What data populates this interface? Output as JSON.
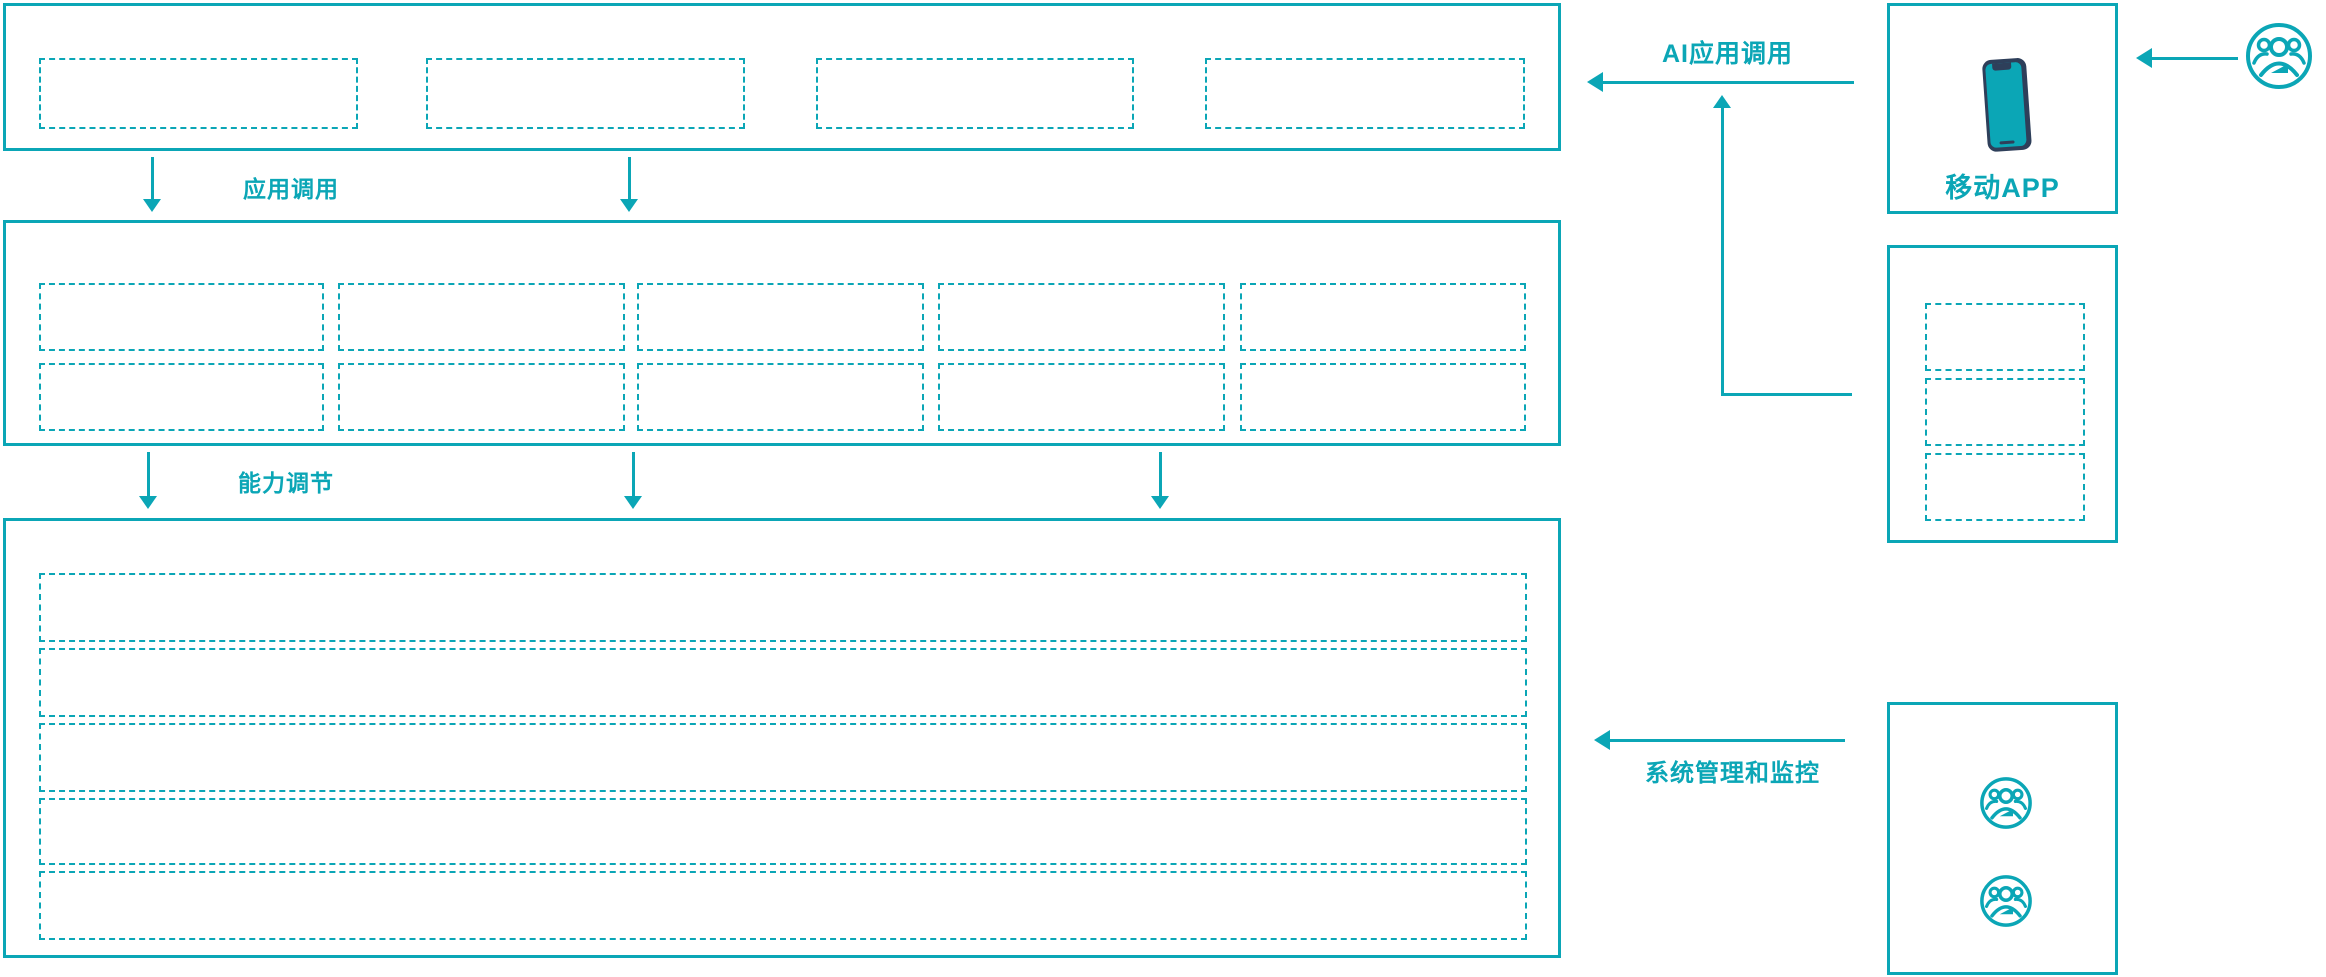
{
  "colors": {
    "teal": "#0ba6b6",
    "navy": "#2e3f5a"
  },
  "diagram": {
    "labels": {
      "app_call": "应用调用",
      "capability": "能力调节",
      "ai_app_call": "AI应用调用",
      "system_admin": "系统管理和监控",
      "mobile_app": "移动APP"
    },
    "icons": {
      "mobile": "smartphone-icon",
      "user": "user-group-icon"
    },
    "structure": {
      "top_layer_placeholders": 4,
      "middle_layer_placeholders_rows": 2,
      "middle_layer_placeholders_cols": 5,
      "bottom_layer_rows": 5,
      "hardware_box_placeholders": 3,
      "admin_box_user_icons": 2
    }
  }
}
